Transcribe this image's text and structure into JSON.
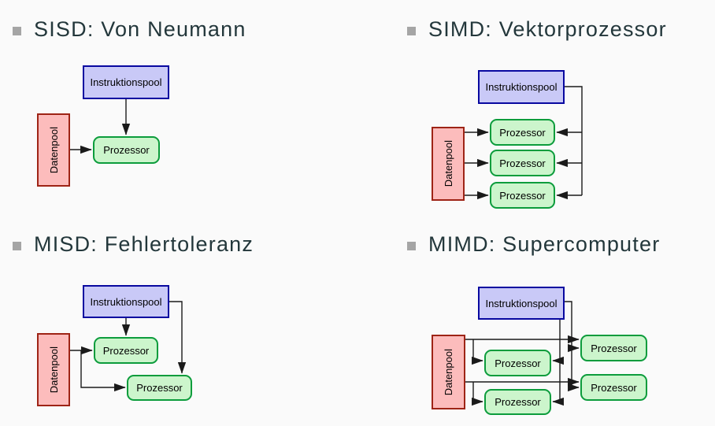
{
  "slide": {
    "quadrants": [
      {
        "id": "sisd",
        "title": "SISD: Von Neumann"
      },
      {
        "id": "simd",
        "title": "SIMD: Vektorprozessor"
      },
      {
        "id": "misd",
        "title": "MISD: Fehlertoleranz"
      },
      {
        "id": "mimd",
        "title": "MIMD: Supercomputer"
      }
    ]
  },
  "labels": {
    "instruction_pool": "Instruktionspool",
    "data_pool": "Datenpool",
    "processor": "Prozessor"
  },
  "colors": {
    "page_bg": "#fafafa",
    "title": "#23373b",
    "bullet": "#a5a5a5",
    "instruction_fill": "#c9c9f7",
    "instruction_border": "#0808a0",
    "data_fill": "#fcbcbc",
    "data_border": "#9e2416",
    "processor_fill": "#ccf5cc",
    "processor_border": "#0c9c3c",
    "arrow": "#1a1a1a"
  }
}
